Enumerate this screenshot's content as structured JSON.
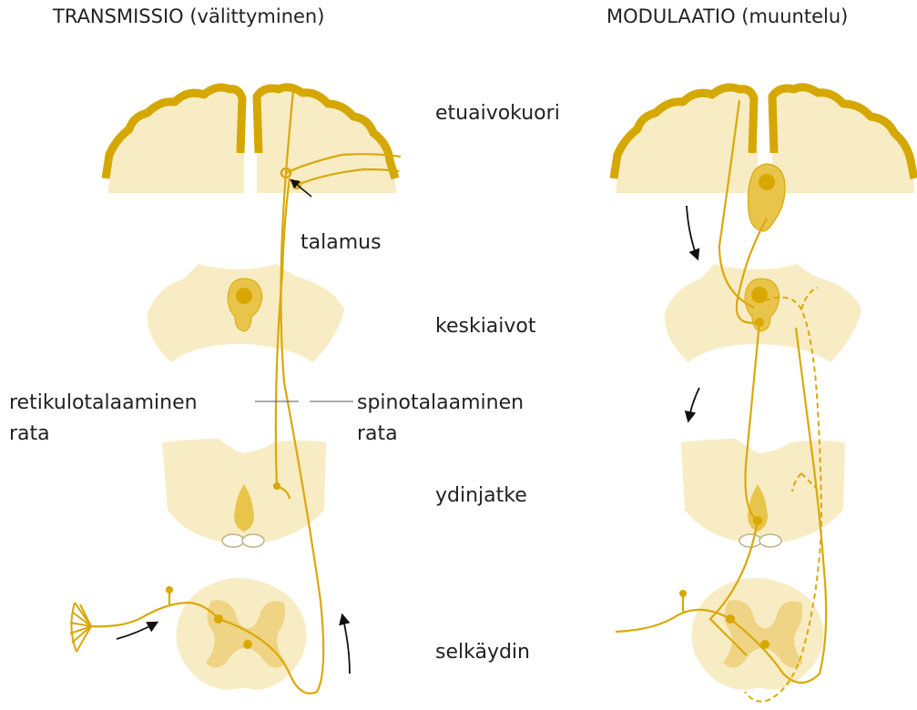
{
  "titles": {
    "left": "TRANSMISSIO (välittyminen)",
    "right": "MODULAATIO (muuntelu)"
  },
  "levels": {
    "cortex": "etuaivokuori",
    "thalamus": "talamus",
    "midbrain": "keskiaivot",
    "medulla": "ydinjatke",
    "spinal_cord": "selkäydin"
  },
  "tracts": {
    "reticulothalamic_line1": "retikulotalaaminen",
    "reticulothalamic_line2": "rata",
    "spinothalamic_line1": "spinotalaaminen",
    "spinothalamic_line2": "rata"
  },
  "colors": {
    "tissue": "#f8ecc4",
    "cortex_outline": "#d4a800",
    "nucleus": "#e8c44a",
    "nucleus_core": "#d8a800",
    "gray_matter": "#efd486",
    "fiber": "#d9a90a",
    "arrow": "#111111",
    "text": "#222222"
  }
}
